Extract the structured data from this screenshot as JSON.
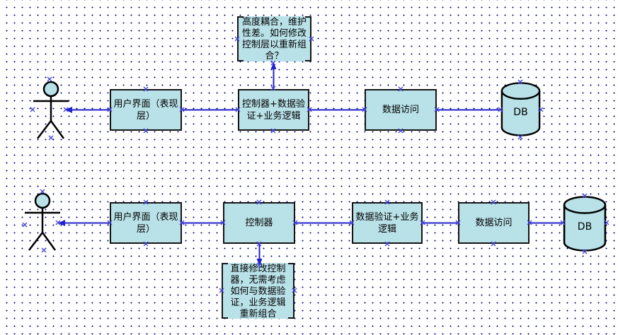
{
  "canvas": {
    "background_color": "#ffffff",
    "grid_dot_color": "#000080"
  },
  "styles": {
    "shape_fill": "#b9e1e8",
    "shape_border": "#141414",
    "connector_color": "#2121cd",
    "handle_color": "#4444d6"
  },
  "flows": [
    {
      "id": "coupled-architecture",
      "actor": "user",
      "nodes": [
        "用户界面（表现层）",
        "控制器+数据验证+业务逻辑",
        "数据访问"
      ],
      "database_label": "DB",
      "note": "高度耦合，维护性差。如何修改控制层以重新组合？"
    },
    {
      "id": "refactored-architecture",
      "actor": "user",
      "nodes": [
        "用户界面（表现层）",
        "控制器",
        "数据验证+业务逻辑",
        "数据访问"
      ],
      "database_label": "DB",
      "note": "直接修改控制器，无需考虑如何与数据验证，业务逻辑重新组合"
    }
  ]
}
